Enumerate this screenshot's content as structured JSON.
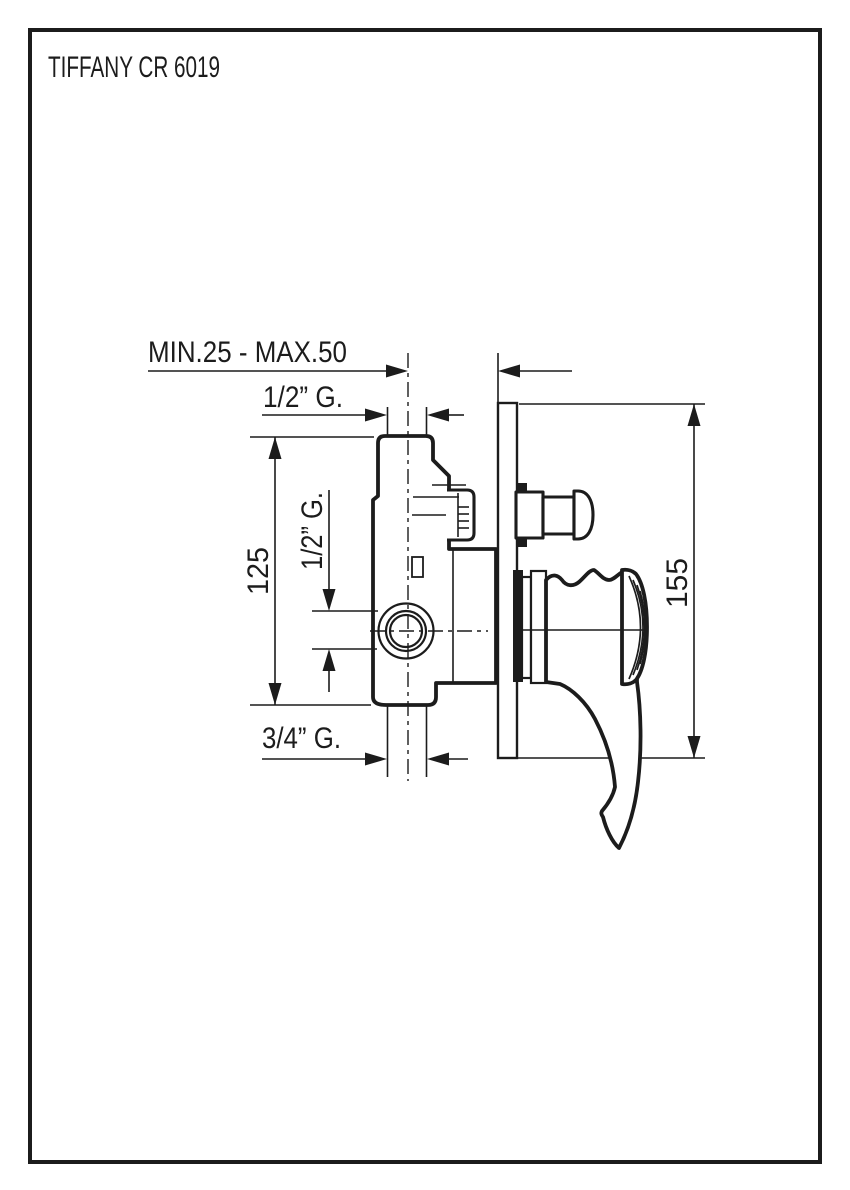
{
  "page": {
    "title": "TIFFANY CR 6019"
  },
  "colors": {
    "line": "#1c1c1c",
    "background": "#ffffff"
  },
  "dimensions": {
    "depth_range": "MIN.25 - MAX.50",
    "top_connection": "1/2” G.",
    "body_height": "125",
    "side_connection": "1/2” G.",
    "bottom_connection": "3/4” G.",
    "plate_height": "155"
  }
}
